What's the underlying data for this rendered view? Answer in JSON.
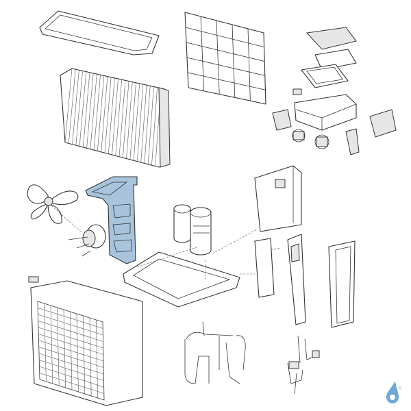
{
  "diagram": {
    "type": "exploded-parts-view",
    "highlighted_part": "motor-support-bracket",
    "highlight_color": "#a8c3dc",
    "line_color": "#333333"
  },
  "logo": {
    "icon": "water-drop-logo",
    "color": "#6fa8d6"
  }
}
